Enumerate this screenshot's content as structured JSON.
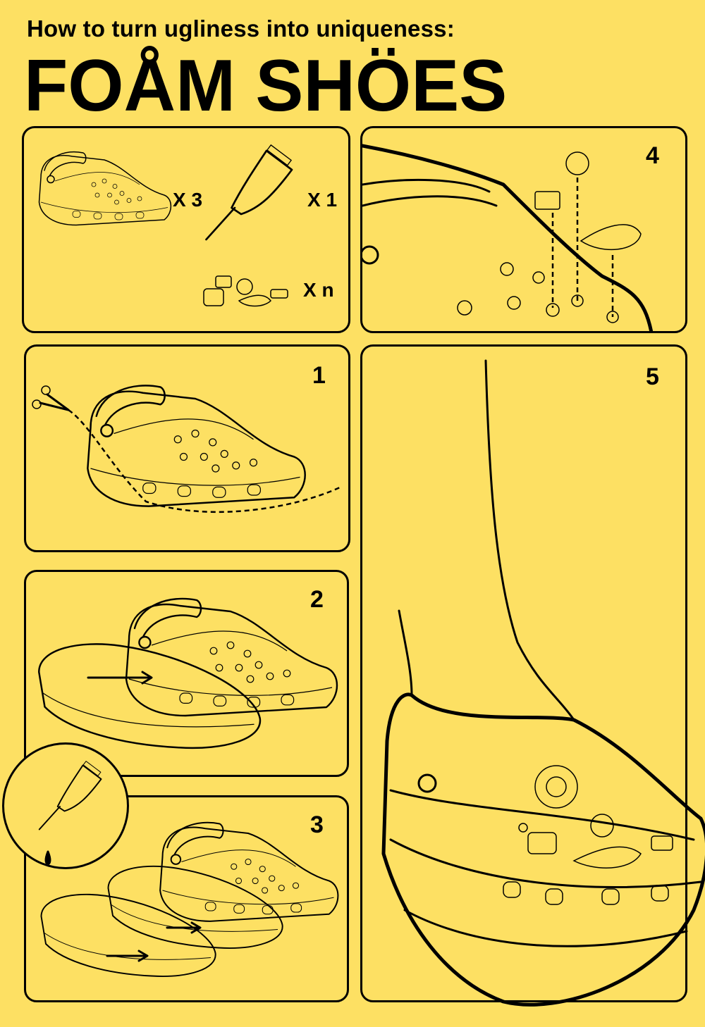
{
  "header": {
    "subtitle": "How to turn ugliness into uniqueness:",
    "title": "FOÅM SHÖES"
  },
  "materials": {
    "clog_qty": "X 3",
    "glue_qty": "X 1",
    "charms_qty": "X n"
  },
  "steps": [
    {
      "number": "1"
    },
    {
      "number": "2"
    },
    {
      "number": "3"
    },
    {
      "number": "4"
    },
    {
      "number": "5"
    }
  ],
  "colors": {
    "background": "#fde063",
    "ink": "#000000"
  }
}
